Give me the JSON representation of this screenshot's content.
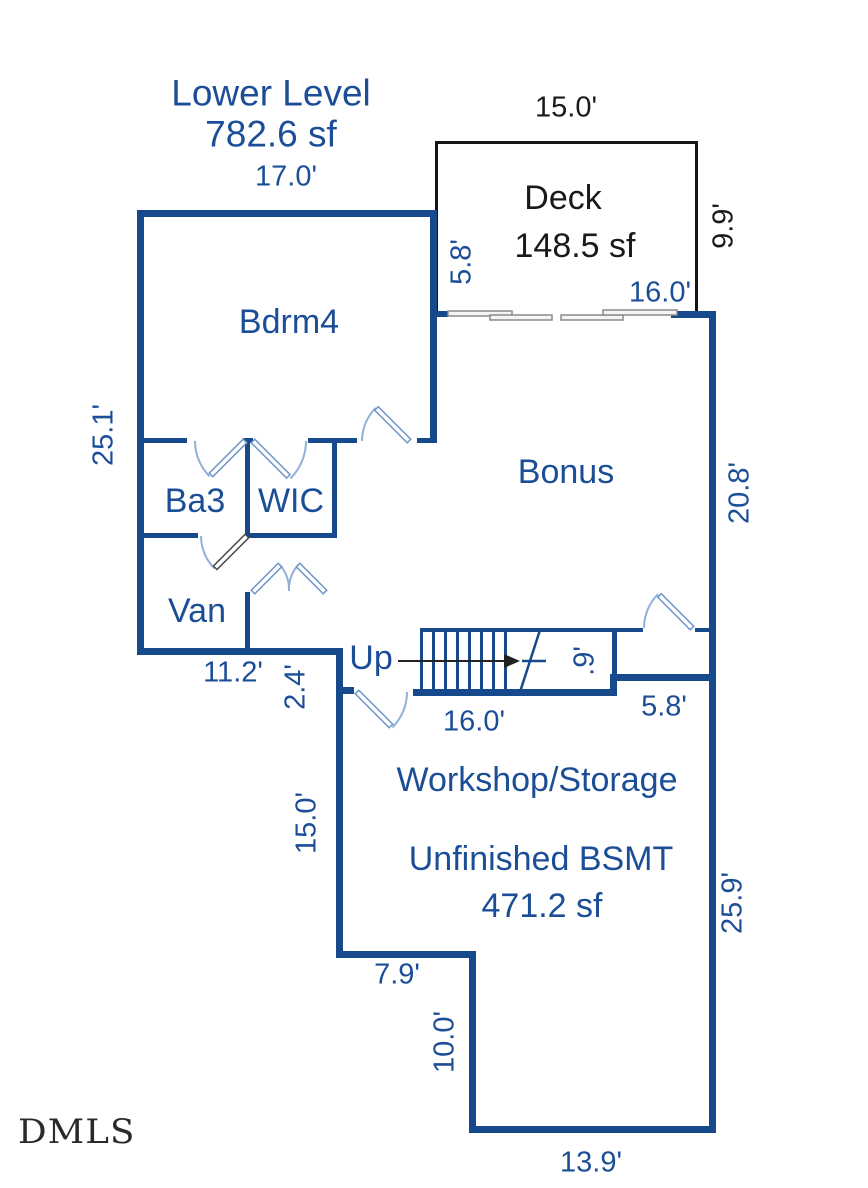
{
  "header": {
    "title": "Lower Level",
    "area": "782.6 sf"
  },
  "deck": {
    "name": "Deck",
    "area": "148.5 sf",
    "width": "15.0'",
    "depth": "9.9'",
    "side": "5.8'",
    "slider_width": "16.0'"
  },
  "rooms": {
    "bdrm4": "Bdrm4",
    "bonus": "Bonus",
    "ba3": "Ba3",
    "wic": "WIC",
    "van": "Van",
    "workshop": "Workshop/Storage",
    "bsmt_name": "Unfinished BSMT",
    "bsmt_area": "471.2 sf"
  },
  "stairs": {
    "up": "Up",
    "width": "16.0'",
    "landing_offset": ".9'"
  },
  "dims": {
    "top": "17.0'",
    "left": "25.1'",
    "bonus_right": "20.8'",
    "hall_bottom": "11.2'",
    "jog": "2.4'",
    "ws_left": "15.0'",
    "ws_right": "25.9'",
    "landing": "5.8'",
    "notch_w": "7.9'",
    "notch_h": "10.0'",
    "bottom": "13.9'"
  },
  "watermark": "DMLS",
  "colors": {
    "wall": "#174a8c",
    "text": "#1b4e97",
    "deck_outline": "#151515",
    "door_leaf": "#6e96c8",
    "door_arc": "#8fb0d9",
    "slider": "#8a8a8a"
  }
}
